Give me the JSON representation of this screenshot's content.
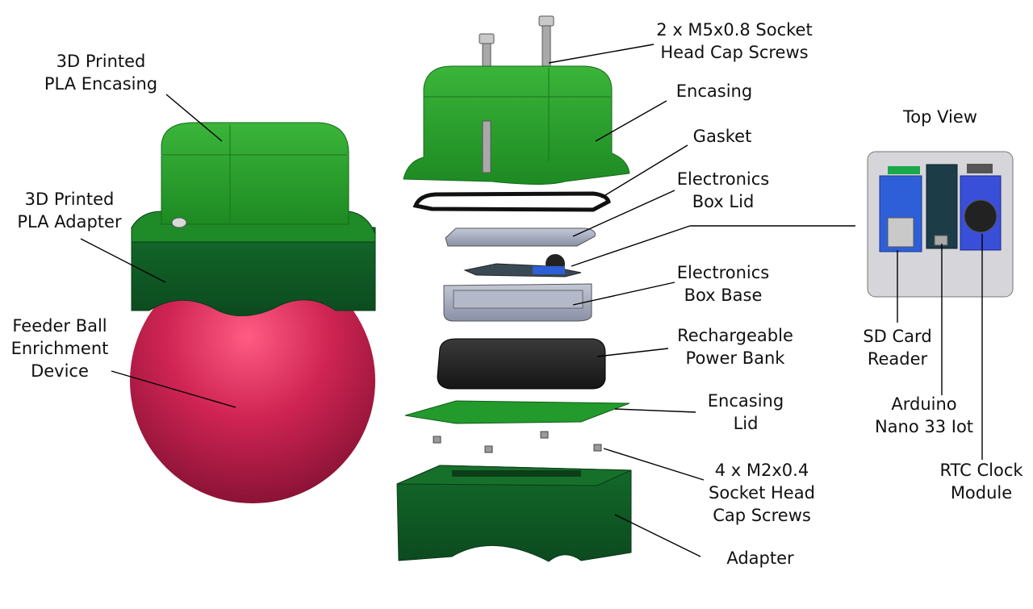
{
  "colors": {
    "green_light": "#2e9b2f",
    "green_mid": "#1f7a22",
    "green_dark": "#0f4f22",
    "ball": "#cf2453",
    "gray_part": "#9aa2b6",
    "black_part": "#222222",
    "board_blue": "#2f5fd8",
    "board_dark": "#1c3c48",
    "plate": "#d6d6da"
  },
  "labels": {
    "encasing_pla": [
      "3D Printed",
      "PLA Encasing"
    ],
    "adapter_pla": [
      "3D Printed",
      "PLA Adapter"
    ],
    "feeder": [
      "Feeder Ball",
      "Enrichment",
      "Device"
    ],
    "screws_m5": [
      "2 x M5x0.8 Socket",
      "Head Cap Screws"
    ],
    "encasing": "Encasing",
    "gasket": "Gasket",
    "lid": [
      "Electronics",
      "Box Lid"
    ],
    "base": [
      "Electronics",
      "Box Base"
    ],
    "power": [
      "Rechargeable",
      "Power Bank"
    ],
    "enc_lid": [
      "Encasing",
      "Lid"
    ],
    "screws_m2": [
      "4 x M2x0.4",
      "Socket Head",
      "Cap Screws"
    ],
    "adapter": "Adapter",
    "top_view": "Top View",
    "sd": [
      "SD Card",
      "Reader"
    ],
    "arduino": [
      "Arduino",
      "Nano 33 Iot"
    ],
    "rtc": [
      "RTC Clock",
      "Module"
    ]
  }
}
